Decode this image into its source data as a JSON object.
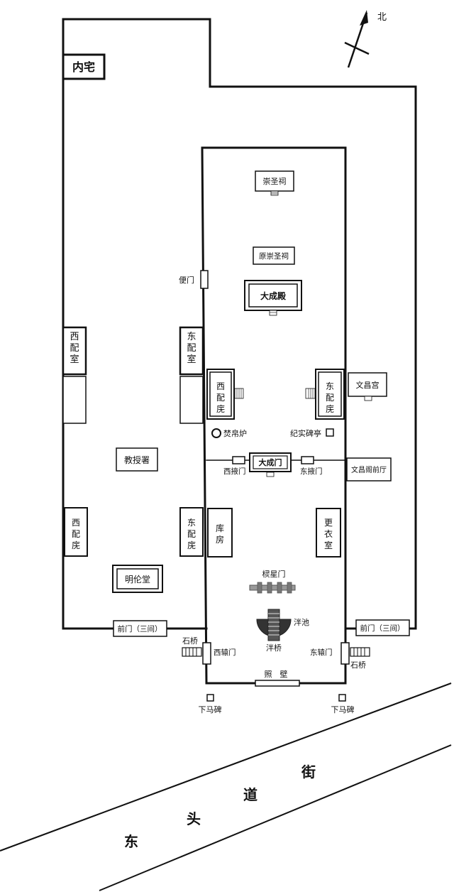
{
  "compass": {
    "label": "北",
    "icon": "north-arrow-icon"
  },
  "residence": {
    "label": "内宅"
  },
  "west_compound": {
    "west_side_room_north": "西配室",
    "east_side_room": "东配室",
    "professor_office": "教授署",
    "west_side_hall": "西配庑",
    "east_side_hall": "东配庑",
    "minglun_hall": "明伦堂",
    "front_gate": "前门（三间）"
  },
  "temple_compound": {
    "side_gate": "便门",
    "chongsheng_shrine": "崇圣祠",
    "former_chongsheng_shrine": "原崇圣祠",
    "dacheng_hall": "大成殿",
    "west_corridor": "西配庑",
    "east_corridor": "东配庑",
    "incense_burner": "焚帛炉",
    "stele_pavilion": "纪实碑亭",
    "dacheng_gate": "大成门",
    "west_side_gate": "西掖门",
    "east_side_gate": "东掖门",
    "storehouse": "库房",
    "changing_room": "更衣室",
    "lingxing_gate": "棂星门",
    "pan_pool": "泮池",
    "pan_bridge": "泮桥",
    "west_yuan_gate": "西辕门",
    "east_yuan_gate": "东辕门",
    "screen_wall": "照　壁"
  },
  "east_compound": {
    "wenchang_palace": "文昌宫",
    "wenchang_front_hall": "文昌阁前厅",
    "front_gate": "前门（三间）"
  },
  "outside": {
    "stone_bridge_west": "石桥",
    "stone_bridge_east": "石桥",
    "dismount_stele_west": "下马碑",
    "dismount_stele_east": "下马碑"
  },
  "street": {
    "chars": [
      "东",
      "头",
      "道",
      "街"
    ]
  }
}
